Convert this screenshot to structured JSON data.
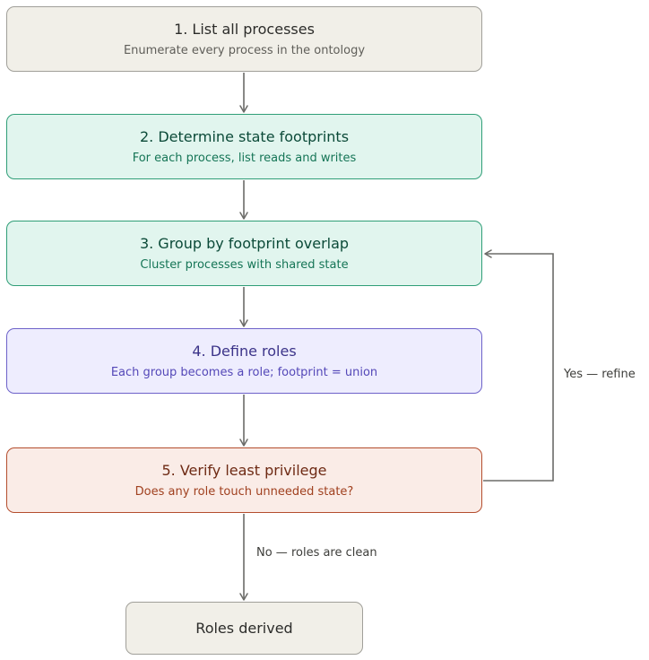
{
  "steps": [
    {
      "title": "1. List all processes",
      "subtitle": "Enumerate every process in the ontology"
    },
    {
      "title": "2. Determine state footprints",
      "subtitle": "For each process, list reads and writes"
    },
    {
      "title": "3. Group by footprint overlap",
      "subtitle": "Cluster processes with shared state"
    },
    {
      "title": "4. Define roles",
      "subtitle": "Each group becomes a role; footprint = union"
    },
    {
      "title": "5. Verify least privilege",
      "subtitle": "Does any role touch unneeded state?"
    }
  ],
  "terminal": {
    "title": "Roles derived"
  },
  "edges": {
    "no_label": "No — roles are clean",
    "yes_label": "Yes — refine"
  },
  "colors": {
    "neutral_fill": "#f1efe8",
    "teal_fill": "#e1f5ee",
    "purple_fill": "#eeedfe",
    "coral_fill": "#faece7",
    "connector": "#6b6b68"
  }
}
